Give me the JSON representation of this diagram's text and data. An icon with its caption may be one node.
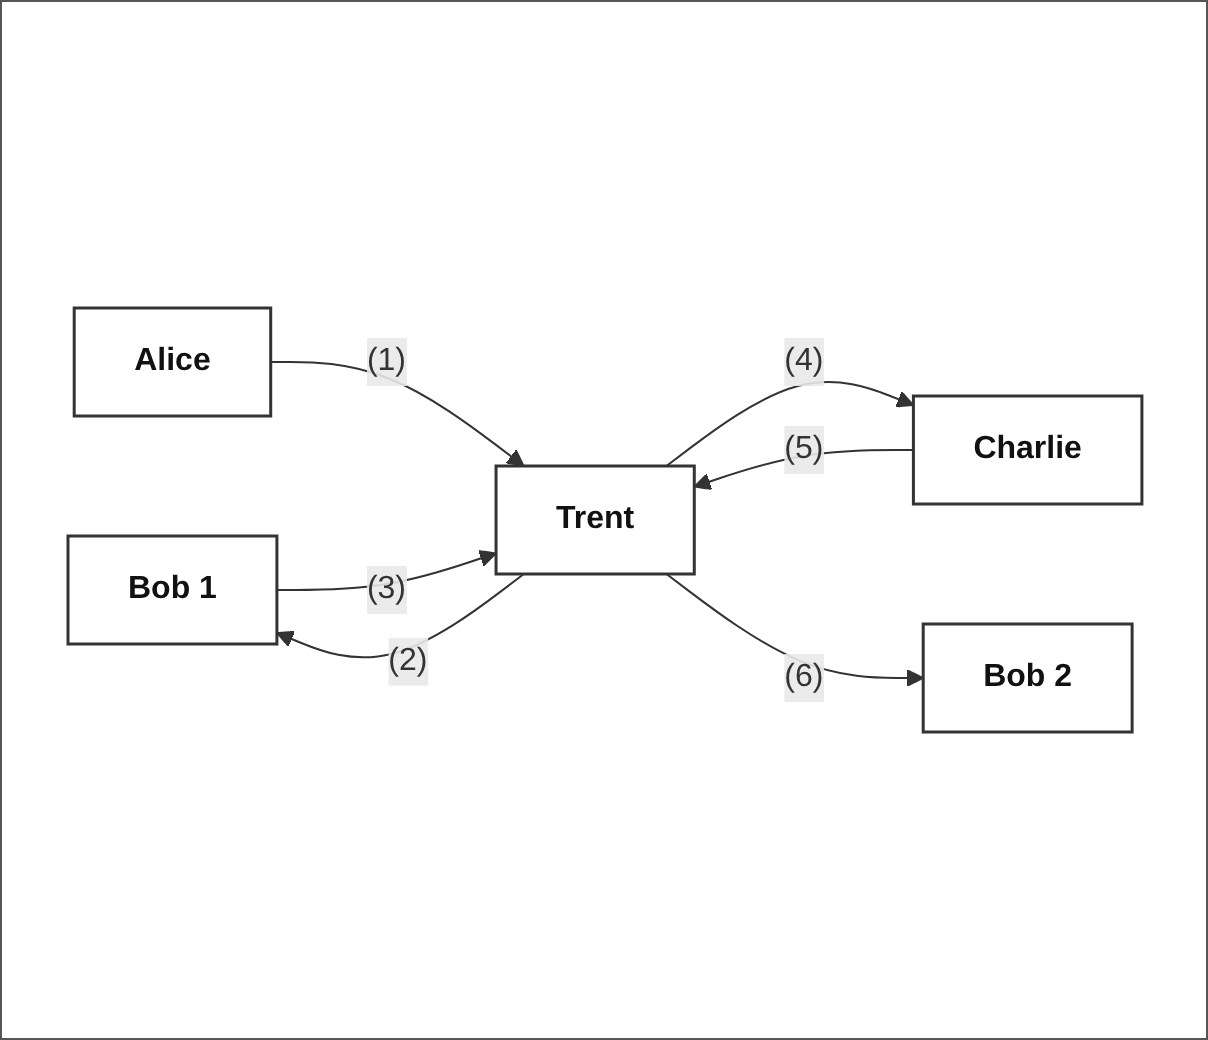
{
  "diagram": {
    "nodes": [
      {
        "text": [
          "Bob 1"
        ]
      },
      {
        "text": [
          "Bob 2"
        ]
      },
      {
        "text": [
          "Trent"
        ]
      },
      {
        "text": [
          "Alice"
        ]
      },
      {
        "text": [
          "Charlie"
        ]
      }
    ],
    "edges": [
      {
        "from": 3,
        "to": 2,
        "arrow": "to",
        "label": "(1)"
      },
      {
        "from": 2,
        "to": 0,
        "arrow": "to",
        "label": "(2)"
      },
      {
        "from": 0,
        "to": 2,
        "arrow": "to",
        "label": "(3)"
      },
      {
        "from": 2,
        "to": 4,
        "arrow": "to",
        "label": "(4)"
      },
      {
        "from": 4,
        "to": 2,
        "arrow": "to",
        "label": "(5)"
      },
      {
        "from": 2,
        "to": 1,
        "arrow": "to",
        "label": "(6)"
      }
    ]
  }
}
